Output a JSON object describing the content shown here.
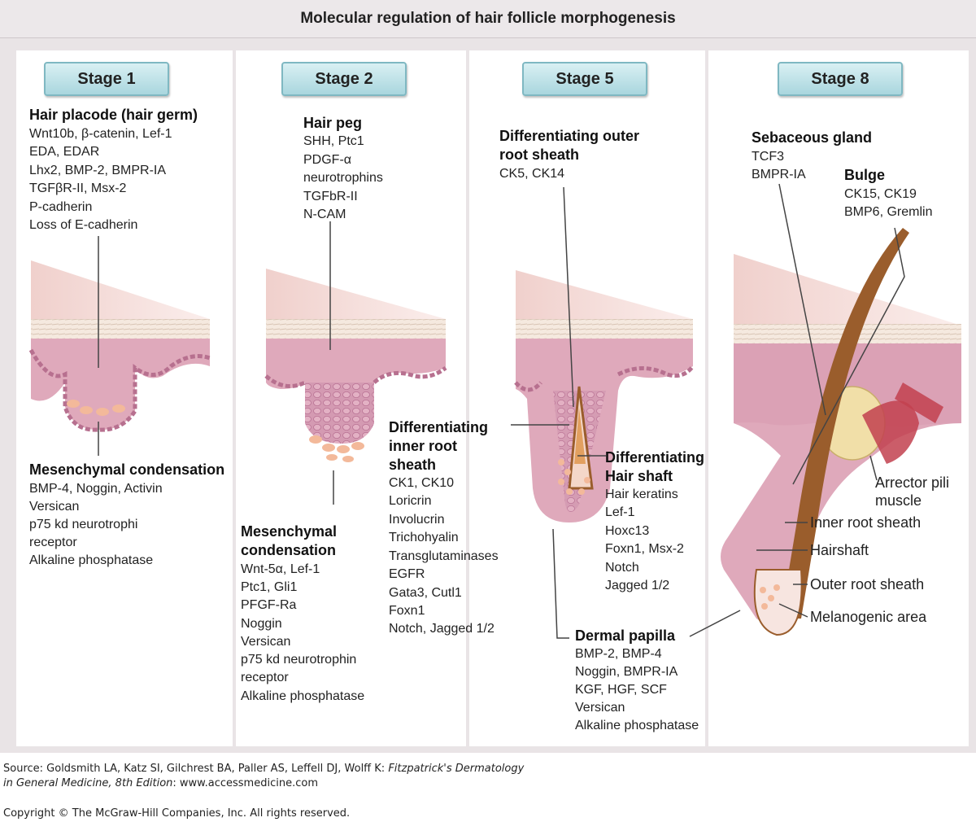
{
  "title": "Molecular regulation of hair follicle morphogenesis",
  "stages": {
    "s1": "Stage 1",
    "s2": "Stage 2",
    "s5": "Stage 5",
    "s8": "Stage 8"
  },
  "stage1": {
    "top_heading": "Hair placode (hair germ)",
    "top_lines": [
      "Wnt10b, β-catenin, Lef-1",
      "EDA, EDAR",
      "Lhx2, BMP-2, BMPR-IA",
      "TGFβR-II, Msx-2",
      "P-cadherin",
      "Loss of E-cadherin"
    ],
    "bottom_heading": "Mesenchymal condensation",
    "bottom_lines": [
      "BMP-4, Noggin, Activin",
      "Versican",
      "p75 kd neurotrophi",
      "receptor",
      "Alkaline phosphatase"
    ]
  },
  "stage2": {
    "top_heading": "Hair peg",
    "top_lines": [
      "SHH, Ptc1",
      "PDGF-α",
      "neurotrophins",
      "TGFbR-II",
      "N-CAM"
    ],
    "bottom_heading": [
      "Mesenchymal",
      "condensation"
    ],
    "bottom_lines": [
      "Wnt-5α, Lef-1",
      "Ptc1, Gli1",
      "PFGF-Ra",
      "Noggin",
      "Versican",
      "p75 kd neurotrophin",
      "receptor",
      "Alkaline phosphatase"
    ]
  },
  "stage5": {
    "top_heading": [
      "Differentiating outer",
      "root sheath"
    ],
    "top_lines": [
      "CK5, CK14"
    ],
    "irs_heading": [
      "Differentiating",
      "inner root",
      "sheath"
    ],
    "irs_lines": [
      "CK1, CK10",
      "Loricrin",
      "Involucrin",
      "Trichohyalin",
      "Transglutaminases",
      "EGFR",
      "Gata3, Cutl1",
      "Foxn1",
      "Notch, Jagged 1/2"
    ],
    "shaft_heading": [
      "Differentiating",
      "Hair shaft"
    ],
    "shaft_lines": [
      "Hair keratins",
      "Lef-1",
      "Hoxc13",
      "Foxn1, Msx-2",
      "Notch",
      "Jagged 1/2"
    ],
    "dp_heading": "Dermal papilla",
    "dp_lines": [
      "BMP-2, BMP-4",
      "Noggin, BMPR-IA",
      "KGF, HGF, SCF",
      "Versican",
      "Alkaline phosphatase"
    ]
  },
  "stage8": {
    "seb_heading": "Sebaceous gland",
    "seb_lines": [
      "TCF3",
      "BMPR-IA"
    ],
    "bulge_heading": "Bulge",
    "bulge_lines": [
      "CK15, CK19",
      "BMP6, Gremlin"
    ],
    "labels": {
      "arrector": [
        "Arrector pili",
        "muscle"
      ],
      "irs": "Inner root sheath",
      "hairshaft": "Hairshaft",
      "ors": "Outer root sheath",
      "melanogenic": "Melanogenic area"
    }
  },
  "footer": {
    "source_line1": "Source: Goldsmith LA, Katz SI, Gilchrest BA, Paller AS, Leffell DJ, Wolff K: ",
    "source_book": "Fitzpatrick's Dermatology",
    "source_line2_italic": "in General Medicine, 8th Edition",
    "source_line2_rest": ": www.accessmedicine.com",
    "copyright": "Copyright © The McGraw-Hill Companies, Inc. All rights reserved."
  },
  "colors": {
    "skin_top": "#f4dcd8",
    "dermis": "#dda8b8",
    "epidermis_cells": "#c98aa6",
    "condensate": "#f3b99a",
    "hair_shaft": "#9a5d2c",
    "gland": "#f1dfa8",
    "muscle": "#c2414f"
  }
}
